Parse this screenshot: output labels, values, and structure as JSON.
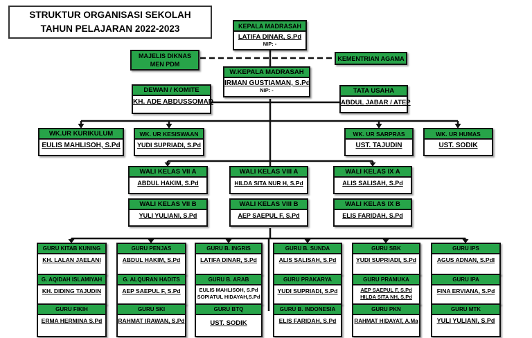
{
  "header": {
    "title_line1": "STRUKTUR ORGANISASI SEKOLAH",
    "title_line2": "TAHUN PELAJARAN 2022-2023"
  },
  "colors": {
    "box_green": "#27a449",
    "border_black": "#111111",
    "background": "#ffffff"
  },
  "nodes": {
    "kepala_madrasah": {
      "title": "KEPALA MADRASAH",
      "name": "LATIFA DINAR, S.Pd",
      "nip": "NIP: -"
    },
    "majelis_diknas": {
      "line1": "MAJELIS DIKNAS",
      "line2": "MEN PDM"
    },
    "kementrian_agama": {
      "title": "KEMENTRIAN AGAMA"
    },
    "w_kepala_madrasah": {
      "title": "W.KEPALA MADRASAH",
      "name": "IRMAN GUSTIAMAN, S.Pd",
      "nip": "NIP: -"
    },
    "dewan_komite": {
      "title": "DEWAN / KOMITE",
      "name": "KH. ADE ABDUSSOMAD"
    },
    "tata_usaha": {
      "title": "TATA USAHA",
      "name": "ABDUL JABAR / ATEP"
    },
    "wk_ur_kurikulum": {
      "title": "WK.UR KURIKULUM",
      "name": "EULIS MAHLISOH, S.Pd"
    },
    "wk_ur_kesiswaan": {
      "title": "WK. UR KESISWAAN",
      "name": "YUDI SUPRIADI, S.Pd"
    },
    "wk_ur_sarpras": {
      "title": "WK. UR SARPRAS",
      "name": "UST. TAJUDIN"
    },
    "wk_ur_humas": {
      "title": "WK. UR HUMAS",
      "name": "UST. SODIK"
    },
    "wali_vii_a": {
      "title": "WALI KELAS VII A",
      "name": "ABDUL HAKIM, S.Pd"
    },
    "wali_viii_a": {
      "title": "WALI KELAS VIII A",
      "name": "HILDA SITA NUR H, S.Pd"
    },
    "wali_ix_a": {
      "title": "WALI KELAS IX A",
      "name": "ALIS SALISAH, S.Pd"
    },
    "wali_vii_b": {
      "title": "WALI KELAS VII B",
      "name": "YULI YULIANI, S.Pd"
    },
    "wali_viii_b": {
      "title": "WALI KELAS VIII B",
      "name": "AEP SAEPUL F, S.Pd"
    },
    "wali_ix_b": {
      "title": "WALI KELAS IX B",
      "name": "ELIS FARIDAH, S.Pd"
    }
  },
  "guru_columns": [
    {
      "cells": [
        {
          "title": "GURU KITAB KUNING",
          "name1": "KH. LALAN JAELANI"
        },
        {
          "title": "G. AQIDAH ISLAMIYAH",
          "name1": "KH. DIDING TAJUDIN"
        },
        {
          "title": "GURU FIKIH",
          "name1": "ERMA HERMINA S.Pd"
        }
      ]
    },
    {
      "cells": [
        {
          "title": "GURU PENJAS",
          "name1": "ABDUL HAKIM, S.Pd"
        },
        {
          "title": "G. ALQURAN HADITS",
          "name1": "AEP SAEPUL F, S.Pd"
        },
        {
          "title": "GURU SKI",
          "name1": "RAHMAT IRAWAN, S.Pd"
        }
      ]
    },
    {
      "cells": [
        {
          "title": "GURU B. INGRIS",
          "name1": "LATIFA DINAR, S.Pd"
        },
        {
          "title": "GURU B. ARAB",
          "name1": "EULIS MAHLISOH, S.Pd",
          "name2": "SOPIATUL HIDAYAH,S.Pd"
        },
        {
          "title": "GURU BTQ",
          "name1": "UST. SODIK"
        }
      ]
    },
    {
      "cells": [
        {
          "title": "GURU B. SUNDA",
          "name1": "ALIS SALISAH, S.Pd"
        },
        {
          "title": "GURU PRAKARYA",
          "name1": "YUDI SUPRIADI, S.Pd"
        },
        {
          "title": "GURU B. INDONESIA",
          "name1": "ELIS FARIDAH, S.Pd"
        }
      ]
    },
    {
      "cells": [
        {
          "title": "GURU SBK",
          "name1": "YUDI SUPRIADI, S.Pd"
        },
        {
          "title": "GURU PRAMUKA",
          "name1": "AEP SAEPUL F, S.Pd",
          "name2": "HILDA SITA NH, S.Pd"
        },
        {
          "title": "GURU PKN",
          "name1": "RAHMAT HIDAYAT, A.Ma"
        }
      ]
    },
    {
      "cells": [
        {
          "title": "GURU IPS",
          "name1": "AGUS ADNAN, S.PdI"
        },
        {
          "title": "GURU IPA",
          "name1": "FINA ERVIANA, S.Pd"
        },
        {
          "title": "GURU MTK",
          "name1": "YULI YULIANI, S.Pd"
        }
      ]
    }
  ]
}
